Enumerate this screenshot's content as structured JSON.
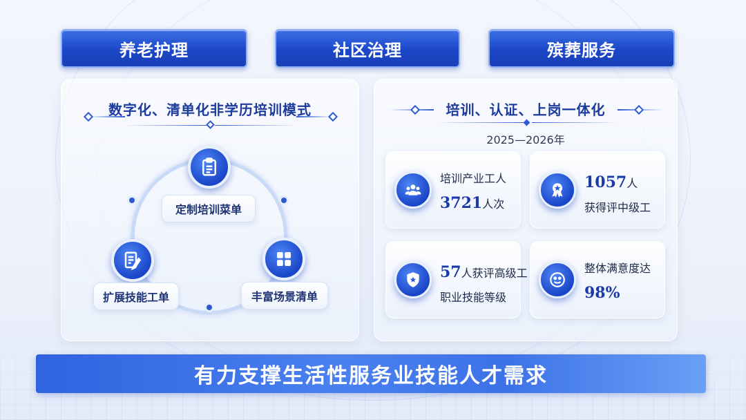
{
  "categories": [
    "养老护理",
    "社区治理",
    "殡葬服务"
  ],
  "left_panel": {
    "title": "数字化、清单化非学历培训模式",
    "nodes": {
      "top": {
        "label": "定制培训菜单",
        "icon": "clipboard-icon"
      },
      "left": {
        "label": "扩展技能工单",
        "icon": "edit-document-icon"
      },
      "right": {
        "label": "丰富场景清单",
        "icon": "grid-icon"
      }
    }
  },
  "right_panel": {
    "title": "培训、认证、上岗一体化",
    "years": "2025—2026年",
    "stats": [
      {
        "icon": "people-icon",
        "line1": "培训产业工人",
        "number": "3721",
        "unit": "人次"
      },
      {
        "icon": "award-icon",
        "number": "1057",
        "unit": "人",
        "line2": "获得评中级工"
      },
      {
        "icon": "shield-star-icon",
        "number": "57",
        "unit": "人获评高级工",
        "line2": "职业技能等级"
      },
      {
        "icon": "smile-icon",
        "line1": "整体满意度达",
        "number": "98%"
      }
    ]
  },
  "banner": "有力支撑生活性服务业技能人才需求",
  "colors": {
    "accent": "#1b47c8",
    "title": "#1d3b9c"
  }
}
